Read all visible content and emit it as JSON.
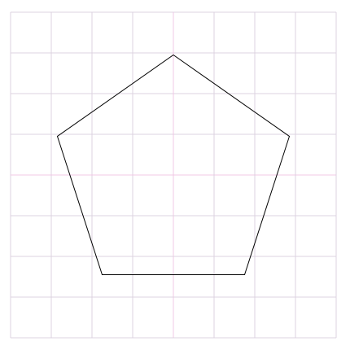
{
  "diagram": {
    "shape": "regular-pentagon",
    "grid": {
      "visible": true,
      "divisions": 8,
      "line_color": "#dcd3e0",
      "axis_color": "#f0c8e6"
    },
    "pentagon": {
      "stroke_color": "#000000",
      "fill_color": "#ffffff",
      "vertices": [
        {
          "x": 0.0,
          "y": 2.95
        },
        {
          "x": 2.85,
          "y": 0.95
        },
        {
          "x": 1.75,
          "y": -2.45
        },
        {
          "x": -1.75,
          "y": -2.45
        },
        {
          "x": -2.85,
          "y": 0.95
        }
      ]
    }
  }
}
